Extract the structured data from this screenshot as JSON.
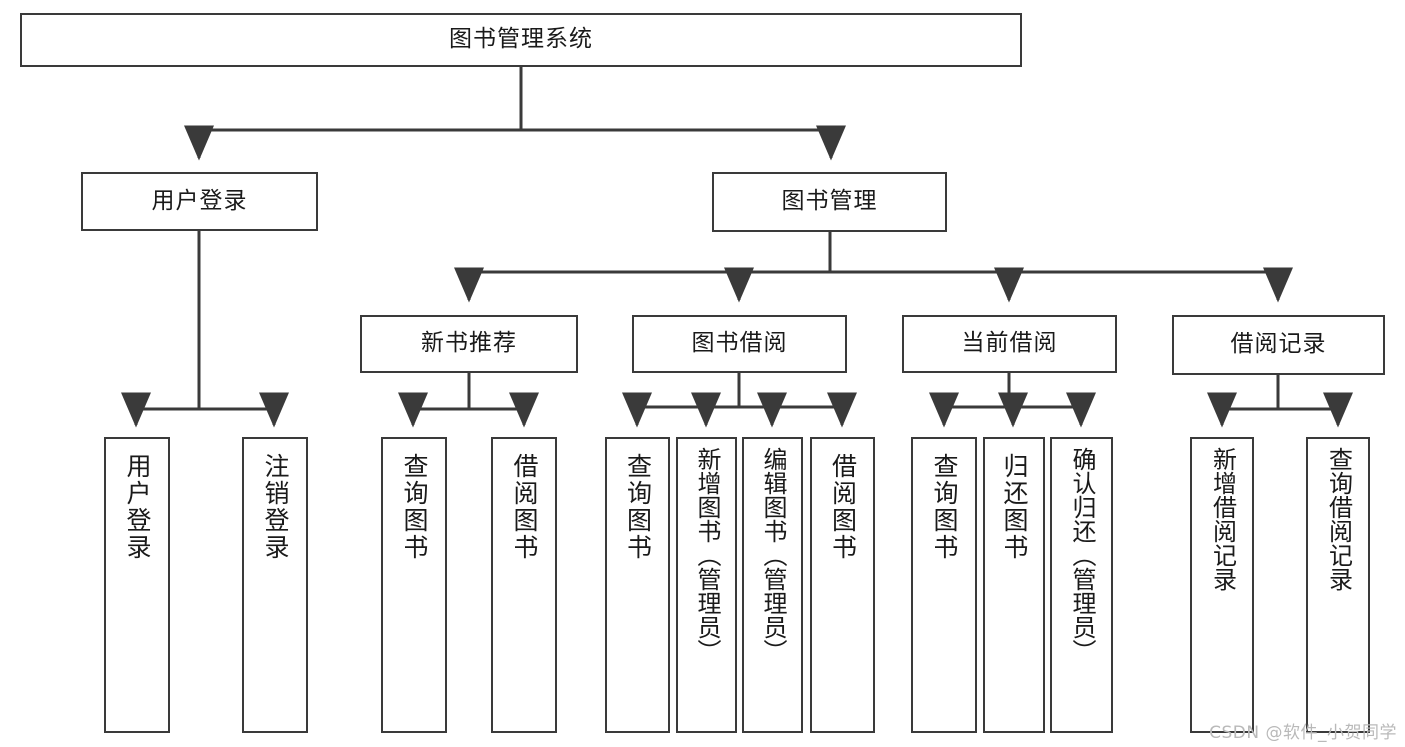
{
  "diagram": {
    "title": "图书管理系统",
    "type": "tree-hierarchy-diagram",
    "colors": {
      "box_border": "#3a3a3a",
      "edge": "#3a3a3a",
      "background": "#ffffff",
      "text": "#1a1a1a",
      "watermark": "#b9b9b9"
    },
    "root": {
      "label": "图书管理系统"
    },
    "level1": [
      {
        "label": "用户登录"
      },
      {
        "label": "图书管理"
      }
    ],
    "level2": [
      {
        "label": "新书推荐"
      },
      {
        "label": "图书借阅"
      },
      {
        "label": "当前借阅"
      },
      {
        "label": "借阅记录"
      }
    ],
    "leaves_user_login": [
      {
        "label": "用户登录"
      },
      {
        "label": "注销登录"
      }
    ],
    "leaves_new_book": [
      {
        "label": "查询图书"
      },
      {
        "label": "借阅图书"
      }
    ],
    "leaves_borrow": [
      {
        "label": "查询图书"
      },
      {
        "label": "新增图书（管理员）"
      },
      {
        "label": "编辑图书（管理员）"
      },
      {
        "label": "借阅图书"
      }
    ],
    "leaves_current": [
      {
        "label": "查询图书"
      },
      {
        "label": "归还图书"
      },
      {
        "label": "确认归还（管理员）"
      }
    ],
    "leaves_record": [
      {
        "label": "新增借阅记录"
      },
      {
        "label": "查询借阅记录"
      }
    ]
  },
  "watermark": {
    "text": "CSDN @软件_小贺同学"
  }
}
